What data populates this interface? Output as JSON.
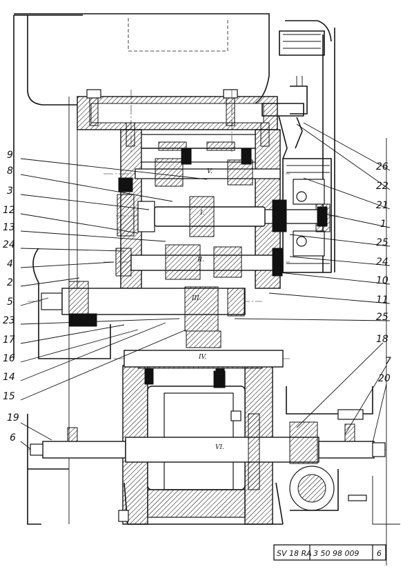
{
  "callouts_left": [
    "9",
    "8",
    "3",
    "12",
    "13",
    "24",
    "4",
    "2",
    "5",
    "23",
    "17",
    "16",
    "14",
    "15",
    "19",
    "6"
  ],
  "callouts_right": [
    "26",
    "22",
    "21",
    "1",
    "25",
    "24",
    "10",
    "11",
    "25",
    "18",
    "7",
    "20"
  ],
  "shafts": [
    "V.",
    "I.",
    "II.",
    "III.",
    "IV.",
    "VI."
  ],
  "title_block": [
    "SV 18 RA",
    "3 50 98 009",
    "6"
  ]
}
